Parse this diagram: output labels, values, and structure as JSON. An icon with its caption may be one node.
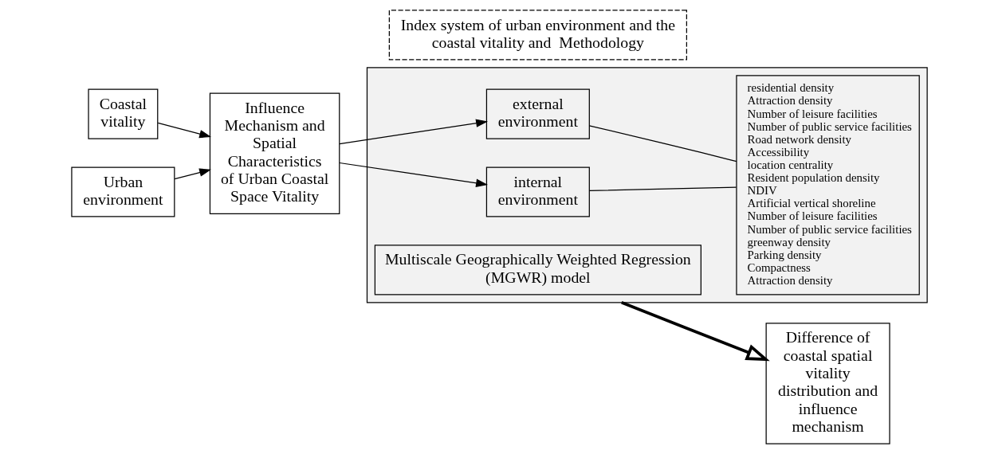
{
  "diagram": {
    "nodes": [
      {
        "text": [
          "Coastal vitality"
        ]
      },
      {
        "text": [
          "Urban environment"
        ]
      },
      {
        "text": [
          "Influence Mechanism and Spatial Characteristics of Urban Coastal Space Vitality"
        ]
      },
      {
        "text": [
          "Index system of urban environment and the coastal vitality and  Methodology"
        ]
      },
      {
        "text": [],
        "shape": "box"
      },
      {
        "text": [
          "external environment"
        ],
        "in": 4
      },
      {
        "text": [
          "internal environment"
        ],
        "in": 4
      },
      {
        "text": [
          "residential density",
          "Attraction density",
          "Number of leisure facilities",
          "Number of public service facilities",
          "Road network density",
          "Accessibility",
          "location centrality",
          "Resident population density",
          "NDIV",
          "Artificial vertical shoreline",
          "Number of leisure facilities",
          "Number of public service facilities",
          "greenway density",
          "Parking density",
          "Compactness",
          "Attraction density"
        ],
        "in": 4
      },
      {
        "text": [
          "Multiscale Geographically Weighted Regression (MGWR) model"
        ],
        "in": 4
      },
      {
        "text": [
          "Difference of coastal spatial vitality distribution and influence mechanism"
        ]
      }
    ],
    "edges": [
      {
        "from": 0,
        "to": 2,
        "arrow": "to"
      },
      {
        "from": 1,
        "to": 2,
        "arrow": "to"
      },
      {
        "from": 2,
        "to": 5,
        "arrow": "to"
      },
      {
        "from": 2,
        "to": 6,
        "arrow": "to"
      },
      {
        "from": 5,
        "to": 7,
        "arrow": "none"
      },
      {
        "from": 6,
        "to": 7,
        "arrow": "none"
      },
      {
        "from": 4,
        "to": 9,
        "arrow": "to",
        "style": "thick"
      }
    ]
  }
}
